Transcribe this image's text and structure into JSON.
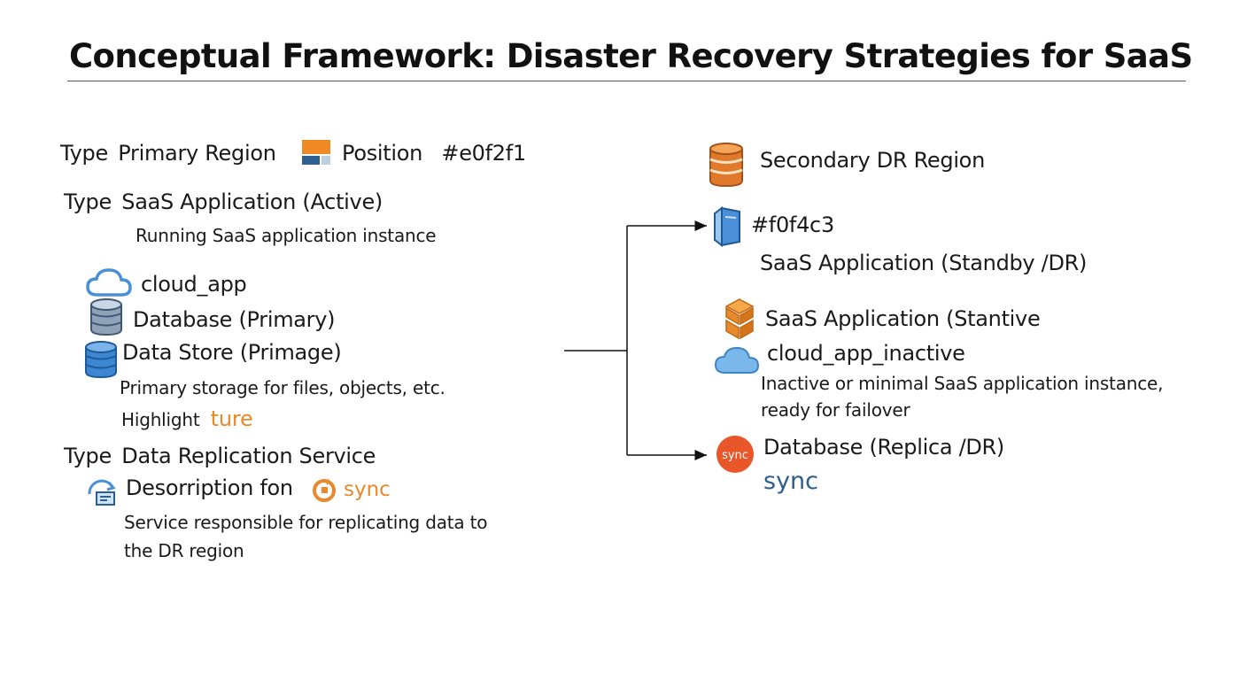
{
  "title": "Conceptual Framework: Disaster Recovery Strategies for SaaS",
  "primary": {
    "line1": {
      "type": "Type",
      "name": "Primary Region",
      "position": "Position",
      "color": "#e0f2f1"
    },
    "app": {
      "type": "Type",
      "name": "SaaS Application (Active)",
      "desc": "Running SaaS application instance"
    },
    "cloud_label": "cloud_app",
    "db_label": "Database (Primary)",
    "store_label": "Data Store (Primage)",
    "store_desc": "Primary storage for files, objects, etc.",
    "highlight": {
      "label": "Highlight",
      "value": "ture"
    },
    "replication": {
      "type": "Type",
      "name": "Data Replication Service",
      "desc_label": "Desorription fon",
      "sync": "sync",
      "desc_line1": "Service responsible for replicating data to",
      "desc_line2": "the DR region"
    }
  },
  "secondary": {
    "region_label": "Secondary DR Region",
    "color": "#f0f4c3",
    "standby_label": "SaaS Application (Standby /DR)",
    "stantive_label": "SaaS Application (Stantive",
    "inactive_label": "cloud_app_inactive",
    "inactive_desc1": "Inactive or minimal SaaS application instance,",
    "inactive_desc2": "ready for failover",
    "replica_icon_text": "sync",
    "replica_label": "Database (Replica /DR)",
    "replica_sync": "sync"
  },
  "colors": {
    "orange": "#e8892b",
    "blue_icon": "#4a90d9",
    "sync_blue": "#2e5f8a",
    "replica_badge": "#e8562a"
  }
}
